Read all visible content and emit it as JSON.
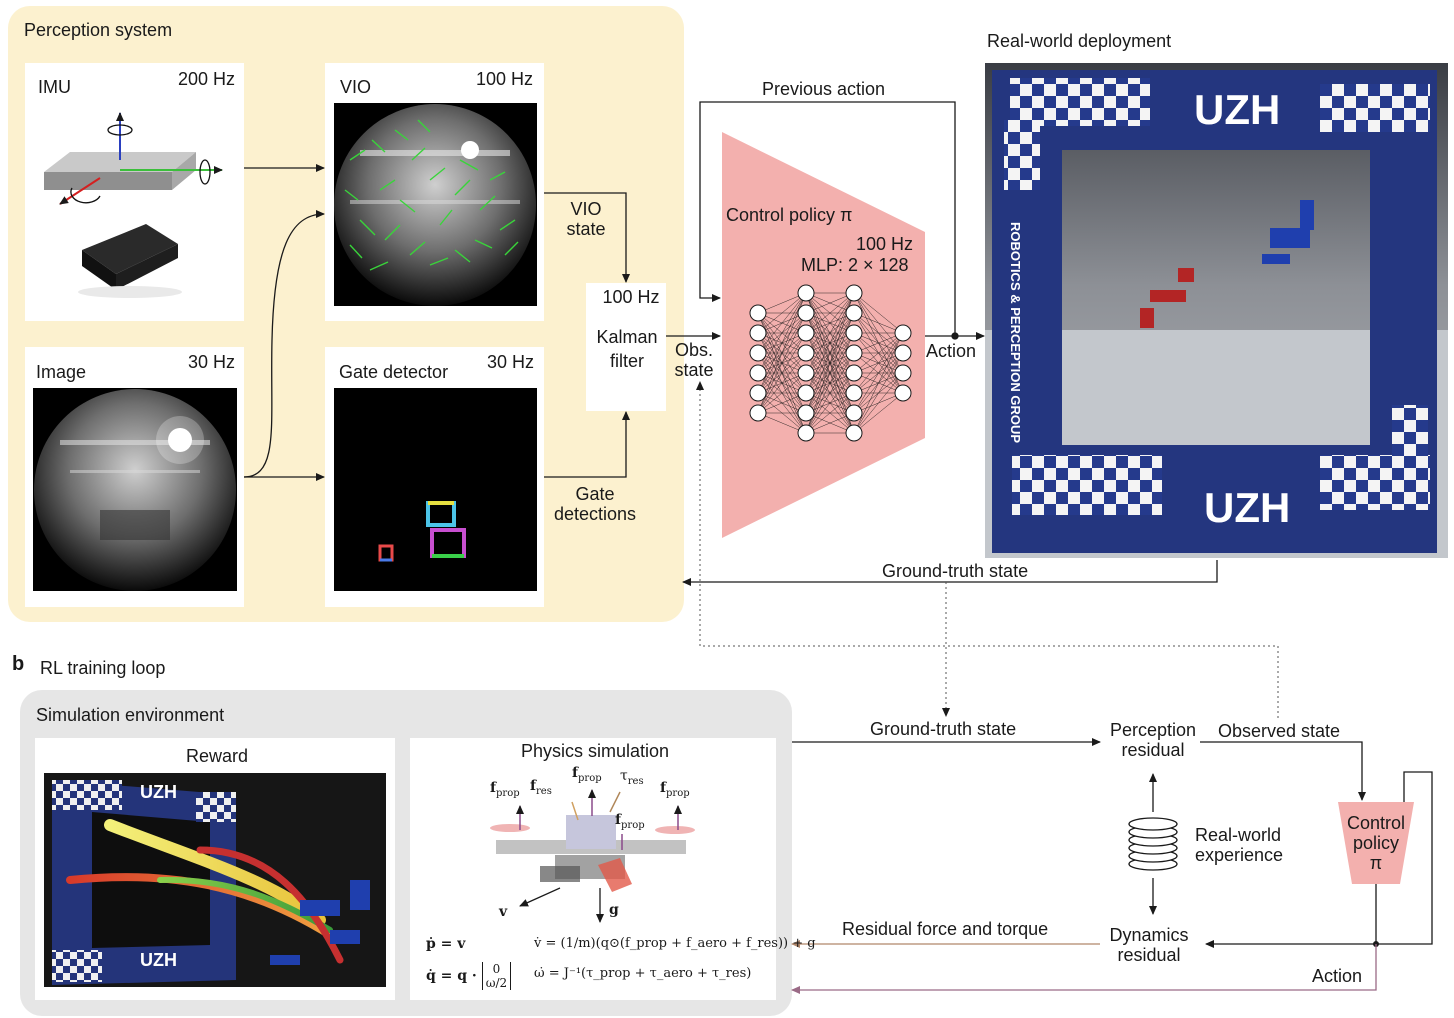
{
  "section_a": {
    "perception_title": "Perception system",
    "imu_label": "IMU",
    "imu_rate": "200 Hz",
    "vio_label": "VIO",
    "vio_rate": "100 Hz",
    "image_label": "Image",
    "image_rate": "30 Hz",
    "gate_label": "Gate detector",
    "gate_rate": "30 Hz",
    "vio_state_l1": "VIO",
    "vio_state_l2": "state",
    "gate_det_l1": "Gate",
    "gate_det_l2": "detections",
    "kalman_rate": "100 Hz",
    "kalman_l1": "Kalman",
    "kalman_l2": "filter",
    "obs_l1": "Obs.",
    "obs_l2": "state",
    "previous_action": "Previous action",
    "policy_title": "Control policy π",
    "policy_rate": "100 Hz",
    "policy_mlp": "MLP: 2 × 128",
    "action": "Action",
    "deployment_title": "Real-world deployment",
    "banner_text": "UZH",
    "side_banner_text": "ROBOTICS & PERCEPTION GROUP",
    "ground_truth": "Ground-truth state"
  },
  "section_b": {
    "letter": "b",
    "title": "RL training loop",
    "sim_env": "Simulation environment",
    "reward": "Reward",
    "physics": "Physics simulation",
    "gt_state": "Ground-truth state",
    "perc_res_l1": "Perception",
    "perc_res_l2": "residual",
    "observed_state": "Observed state",
    "realworld_l1": "Real-world",
    "realworld_l2": "experience",
    "policy_l1": "Control",
    "policy_l2": "policy",
    "policy_l3": "π",
    "dyn_res_l1": "Dynamics",
    "dyn_res_l2": "residual",
    "residual_ft": "Residual force and torque",
    "action": "Action",
    "banner_text": "UZH",
    "force_f": "f",
    "sub_prop": "prop",
    "sub_res": "res",
    "torque_t": "τ",
    "vec_v": "v",
    "vec_g": "g",
    "eq1": "ṗ = v",
    "eq2_lhs": "q̇ = q ·",
    "eq2_top": "0",
    "eq2_bot": "ω/2",
    "eq3": "v̇ = (1/m)(q⊙(f_prop + f_aero + f_res)) + g",
    "eq4": "ω̇ = J⁻¹(τ_prop + τ_aero + τ_res)"
  },
  "colors": {
    "perception_bg": "#fcf1cf",
    "sim_bg": "#e6e6e6",
    "policy_fill": "#f3b0ae",
    "residual_arrow": "#b0876a",
    "action_arrow": "#9a6a86"
  }
}
